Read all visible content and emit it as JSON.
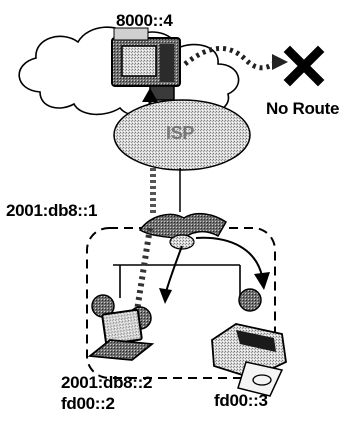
{
  "labels": {
    "server_address": "8000::4",
    "no_route": "No Route",
    "isp": "ISP",
    "router_address": "2001:db8::1",
    "laptop_global_address": "2001:db8::2",
    "laptop_ula_address": "fd00::2",
    "printer_address": "fd00::3"
  },
  "icons": {
    "server": "server-icon",
    "blocked": "red-x-icon",
    "router": "router-icon",
    "laptop": "laptop-icon",
    "printer": "printer-icon"
  }
}
